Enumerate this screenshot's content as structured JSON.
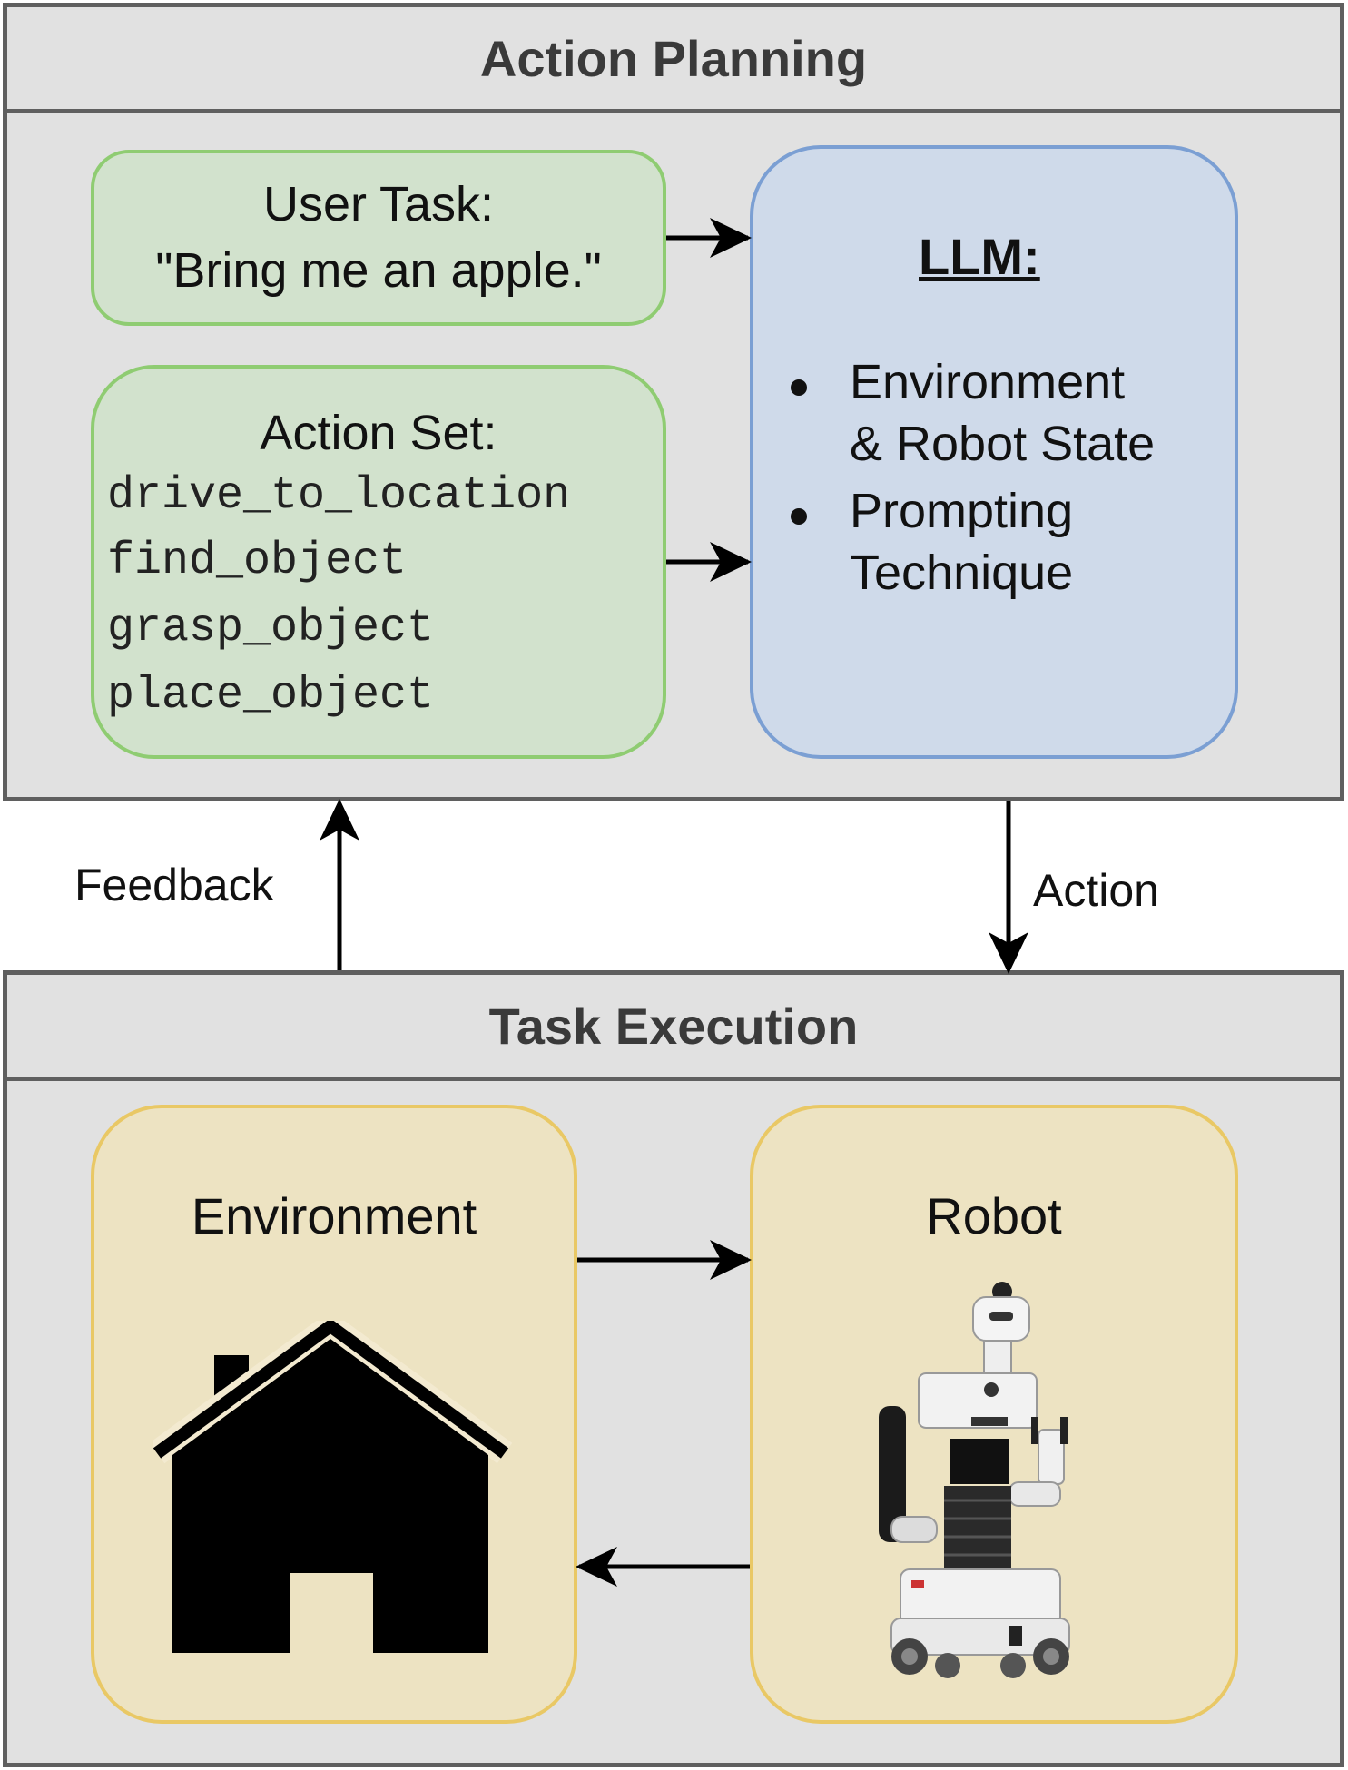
{
  "action_planning": {
    "title": "Action Planning",
    "user_task": {
      "label": "User Task:",
      "text": "\"Bring me an apple.\""
    },
    "action_set": {
      "label": "Action Set:",
      "actions": [
        "drive_to_location",
        "find_object",
        "grasp_object",
        "place_object"
      ]
    },
    "llm": {
      "title": "LLM:",
      "bullets": [
        {
          "line1": "Environment",
          "line2": "& Robot State"
        },
        {
          "line1": "Prompting",
          "line2": "Technique"
        }
      ]
    }
  },
  "links": {
    "feedback_label": "Feedback",
    "action_label": "Action"
  },
  "task_execution": {
    "title": "Task Execution",
    "environment_label": "Environment",
    "robot_label": "Robot"
  },
  "colors": {
    "panel_bg": "#e1e1e1",
    "panel_border": "#5f5f5f",
    "green_fill": "#d2e2cd",
    "green_border": "#8fcc72",
    "blue_fill": "#cfdaea",
    "blue_border": "#7b9fd3",
    "yellow_fill": "#ede3c2",
    "yellow_border": "#e9c865"
  },
  "icons": {
    "environment": "house-icon",
    "robot": "robot-icon"
  }
}
